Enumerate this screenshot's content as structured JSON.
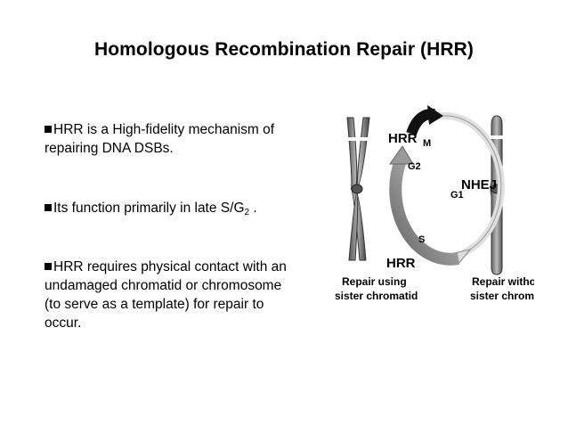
{
  "slide": {
    "title": "Homologous Recombination Repair (HRR)",
    "bullets": [
      {
        "lines": [
          "HRR is a High-fidelity mechanism of",
          "repairing DNA DSBs."
        ]
      },
      {
        "prefix": "Its  function primarily in late S/G",
        "sub": "2",
        "suffix": " ."
      },
      {
        "lines": [
          "HRR requires physical contact with an",
          "undamaged chromatid or chromosome",
          "(to serve as a template) for repair to",
          "occur."
        ]
      }
    ]
  },
  "figure": {
    "labels": {
      "hrr_top": "HRR",
      "hrr_bottom": "HRR",
      "nhej": "NHEJ",
      "phase_m": "M",
      "phase_g2": "G2",
      "phase_g1": "G1",
      "phase_s": "S",
      "repair_using_1": "Repair using",
      "repair_using_2": "sister chromatid",
      "repair_without_1": "Repair without",
      "repair_without_2": "sister chromatid"
    }
  }
}
